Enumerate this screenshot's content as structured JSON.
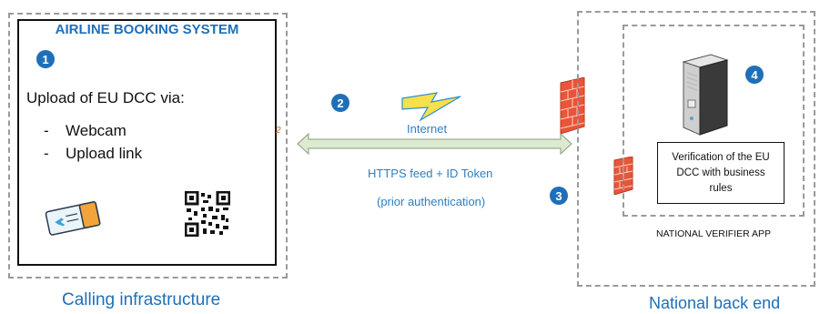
{
  "left": {
    "title": "AIRLINE BOOKING SYSTEM",
    "badge": "1",
    "upload_heading": "Upload of EU DCC via:",
    "options": [
      "Webcam",
      "Upload link"
    ],
    "caption": "Calling infrastructure",
    "stray_mark": "2"
  },
  "connection": {
    "badge_top": "2",
    "internet_label": "Internet",
    "feed_label": "HTTPS feed + ID Token",
    "auth_label": "(prior authentication)",
    "badge_bottom": "3"
  },
  "right": {
    "badge": "4",
    "verification_text": "Verification of the EU DCC with business rules",
    "app_label": "NATIONAL VERIFIER APP",
    "caption": "National back end"
  },
  "colors": {
    "accent_blue": "#1f6fb8",
    "text_blue": "#2f7fc1",
    "firewall_red": "#e8553a",
    "arrow_green": "#dcebd0",
    "dashed_gray": "#9a9a9a"
  },
  "icons": [
    "ticket-icon",
    "qr-code-icon",
    "lightning-icon",
    "firewall-icon",
    "server-icon"
  ]
}
